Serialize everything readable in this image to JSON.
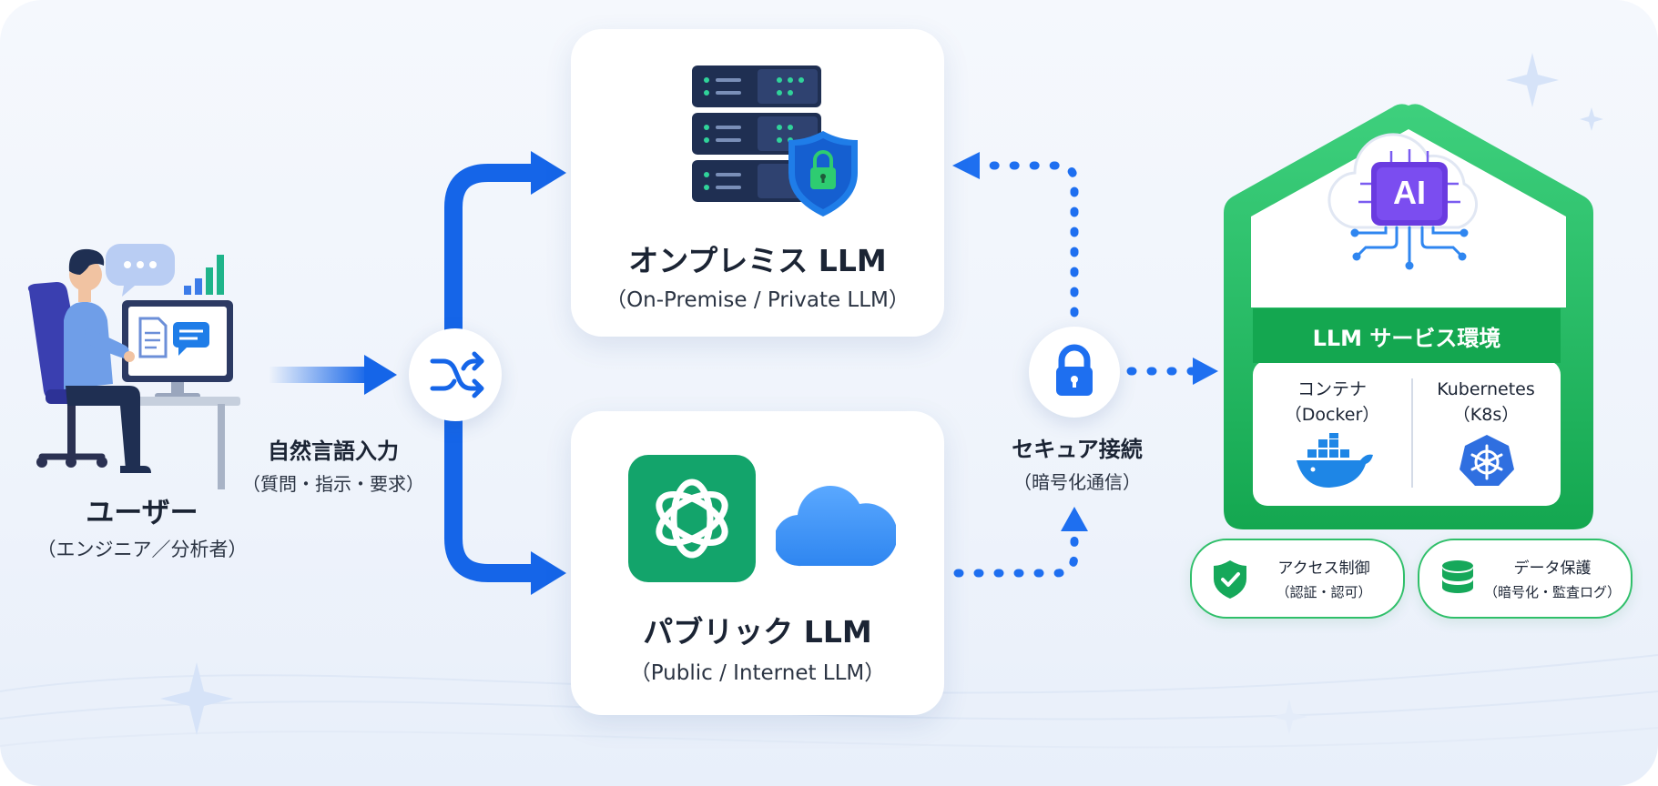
{
  "user": {
    "title": "ユーザー",
    "subtitle": "（エンジニア／分析者）"
  },
  "input_flow": {
    "title": "自然言語入力",
    "subtitle": "（質問・指示・要求）"
  },
  "onprem_llm": {
    "title": "オンプレミス LLM",
    "subtitle": "（On-Premise / Private LLM）"
  },
  "public_llm": {
    "title": "パブリック LLM",
    "subtitle": "（Public / Internet LLM）"
  },
  "secure_connection": {
    "title": "セキュア接続",
    "subtitle": "（暗号化通信）"
  },
  "service_env": {
    "ai_badge": "AI",
    "title": "LLM サービス環境",
    "container_title": "コンテナ",
    "container_sub": "（Docker）",
    "k8s_title": "Kubernetes",
    "k8s_sub": "（K8s）"
  },
  "features": [
    {
      "title": "アクセス制御",
      "subtitle": "（認証・認可）"
    },
    {
      "title": "データ保護",
      "subtitle": "（暗号化・監査ログ）"
    }
  ],
  "colors": {
    "flow_blue": "#1565e8",
    "dotted_blue": "#1e6ff0",
    "service_green": "#14a750",
    "server_navy": "#1f2f52",
    "ai_purple": "#6a3be0"
  }
}
